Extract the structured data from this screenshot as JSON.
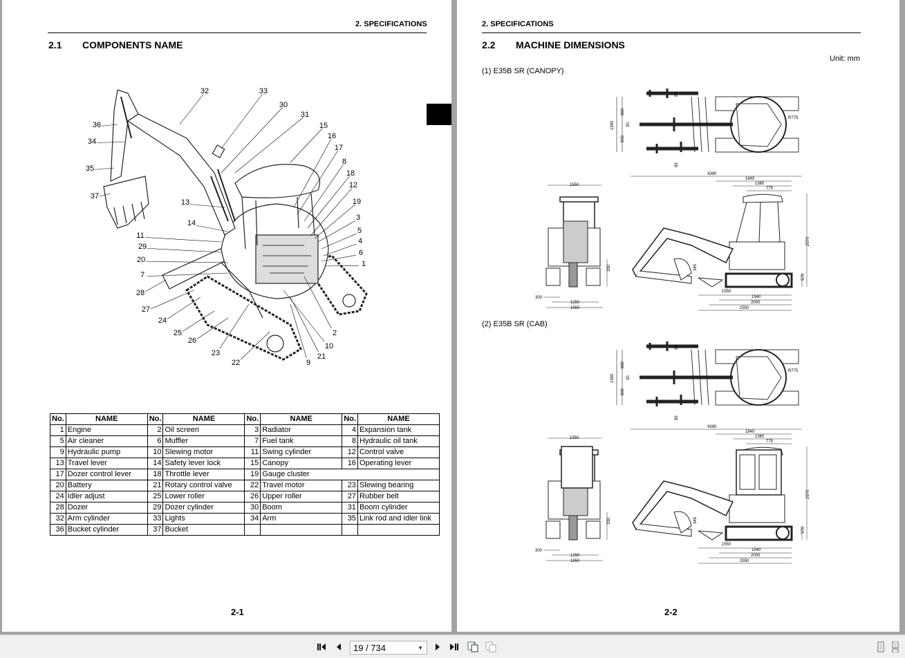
{
  "left_page": {
    "header": "2. SPECIFICATIONS",
    "section_number": "2.1",
    "section_title": "COMPONENTS NAME",
    "callouts": [
      "32",
      "33",
      "30",
      "31",
      "15",
      "16",
      "17",
      "8",
      "18",
      "12",
      "19",
      "3",
      "5",
      "4",
      "6",
      "1",
      "36",
      "34",
      "35",
      "37",
      "13",
      "14",
      "11",
      "29",
      "20",
      "7",
      "28",
      "27",
      "24",
      "25",
      "26",
      "23",
      "22",
      "9",
      "21",
      "10",
      "2"
    ],
    "table": {
      "headers": [
        "No.",
        "NAME",
        "No.",
        "NAME",
        "No.",
        "NAME",
        "No.",
        "NAME"
      ],
      "rows": [
        [
          [
            "1",
            "Engine"
          ],
          [
            "2",
            "Oil screen"
          ],
          [
            "3",
            "Radiator"
          ],
          [
            "4",
            "Expansion tank"
          ]
        ],
        [
          [
            "5",
            "Air cleaner"
          ],
          [
            "6",
            "Muffler"
          ],
          [
            "7",
            "Fuel tank"
          ],
          [
            "8",
            "Hydraulic oil tank"
          ]
        ],
        [
          [
            "9",
            "Hydraulic pump"
          ],
          [
            "10",
            "Slewing motor"
          ],
          [
            "11",
            "Swing cylinder"
          ],
          [
            "12",
            "Control valve"
          ]
        ],
        [
          [
            "13",
            "Travel lever"
          ],
          [
            "14",
            "Safety lever lock"
          ],
          [
            "15",
            "Canopy"
          ],
          [
            "16",
            "Operating lever"
          ]
        ],
        [
          [
            "17",
            "Dozer control lever"
          ],
          [
            "18",
            "Throttle lever"
          ],
          [
            "19",
            "Gauge cluster"
          ],
          [
            "",
            ""
          ]
        ],
        [
          [
            "20",
            "Battery"
          ],
          [
            "21",
            "Rotary control valve"
          ],
          [
            "22",
            "Travel motor"
          ],
          [
            "23",
            "Slewing bearing"
          ]
        ],
        [
          [
            "24",
            "Idler adjust"
          ],
          [
            "25",
            "Lower roller"
          ],
          [
            "26",
            "Upper roller"
          ],
          [
            "27",
            "Rubber belt"
          ]
        ],
        [
          [
            "28",
            "Dozer"
          ],
          [
            "29",
            "Dozer cylinder"
          ],
          [
            "30",
            "Boom"
          ],
          [
            "31",
            "Boom cylinder"
          ]
        ],
        [
          [
            "32",
            "Arm cylinder"
          ],
          [
            "33",
            "Lights"
          ],
          [
            "34",
            "Arm"
          ],
          [
            "35",
            "Link rod and idler link"
          ]
        ],
        [
          [
            "36",
            "Bucket cylinder"
          ],
          [
            "37",
            "Bucket"
          ],
          [
            "",
            ""
          ],
          [
            "",
            ""
          ]
        ]
      ]
    },
    "page_number": "2-1"
  },
  "right_page": {
    "header": "2. SPECIFICATIONS",
    "section_number": "2.2",
    "section_title": "MACHINE DIMENSIONS",
    "unit": "Unit: mm",
    "models": [
      {
        "caption": "(1) E35B SR (CANOPY)",
        "top_view": {
          "width": "1590",
          "upper": "660",
          "lower": "600",
          "offset": "30",
          "top_gap": "85",
          "bottom_gap": "85",
          "radius": "R775"
        },
        "front_view": {
          "width_top": "1550",
          "ground_clearance": "330",
          "blade_offset": "300",
          "track_gauge": "1250",
          "track_width": "1550"
        },
        "side_view": {
          "overall_length": "4390",
          "d1840": "1840",
          "d1380": "1380",
          "d775": "775",
          "height": "2570",
          "d345": "345",
          "d570": "570",
          "d1550": "1550",
          "d1540": "1540",
          "d2000": "2000",
          "d2550": "2550"
        }
      },
      {
        "caption": "(2)  E35B SR (CAB)",
        "top_view": {
          "width": "1590",
          "upper": "660",
          "lower": "600",
          "offset": "30",
          "top_gap": "85",
          "bottom_gap": "85",
          "radius": "R775"
        },
        "front_view": {
          "width_top": "1550",
          "ground_clearance": "330",
          "blade_offset": "300",
          "track_gauge": "1250",
          "track_width": "1550"
        },
        "side_view": {
          "overall_length": "4390",
          "d1840": "1840",
          "d1380": "1380",
          "d775": "775",
          "height": "2570",
          "d345": "345",
          "d570": "570",
          "d1550": "1550",
          "d1540": "1540",
          "d2000": "2000",
          "d2550": "2550"
        }
      }
    ],
    "page_number": "2-2"
  },
  "toolbar": {
    "page_indicator": "19 / 734",
    "icons": [
      "first-page-icon",
      "previous-page-icon",
      "next-page-icon",
      "last-page-icon",
      "previous-view-icon",
      "next-view-icon",
      "single-page-icon",
      "continuous-page-icon"
    ]
  }
}
